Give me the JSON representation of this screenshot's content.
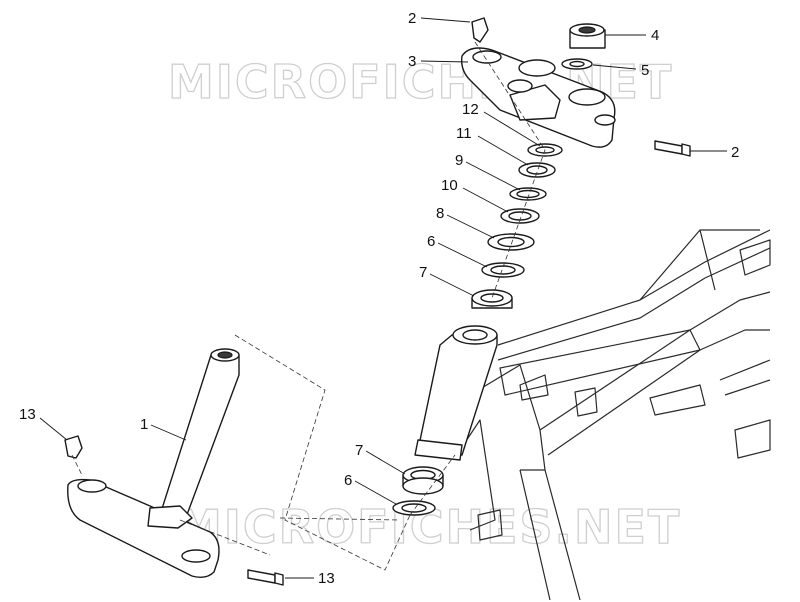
{
  "watermark": "MICROFICHES.NET",
  "callouts": {
    "c2a": "2",
    "c4": "4",
    "c3": "3",
    "c5": "5",
    "c2b": "2",
    "c12": "12",
    "c11": "11",
    "c9": "9",
    "c10": "10",
    "c8": "8",
    "c6a": "6",
    "c7a": "7",
    "c13a": "13",
    "c1": "1",
    "c7b": "7",
    "c6b": "6",
    "c13b": "13"
  }
}
